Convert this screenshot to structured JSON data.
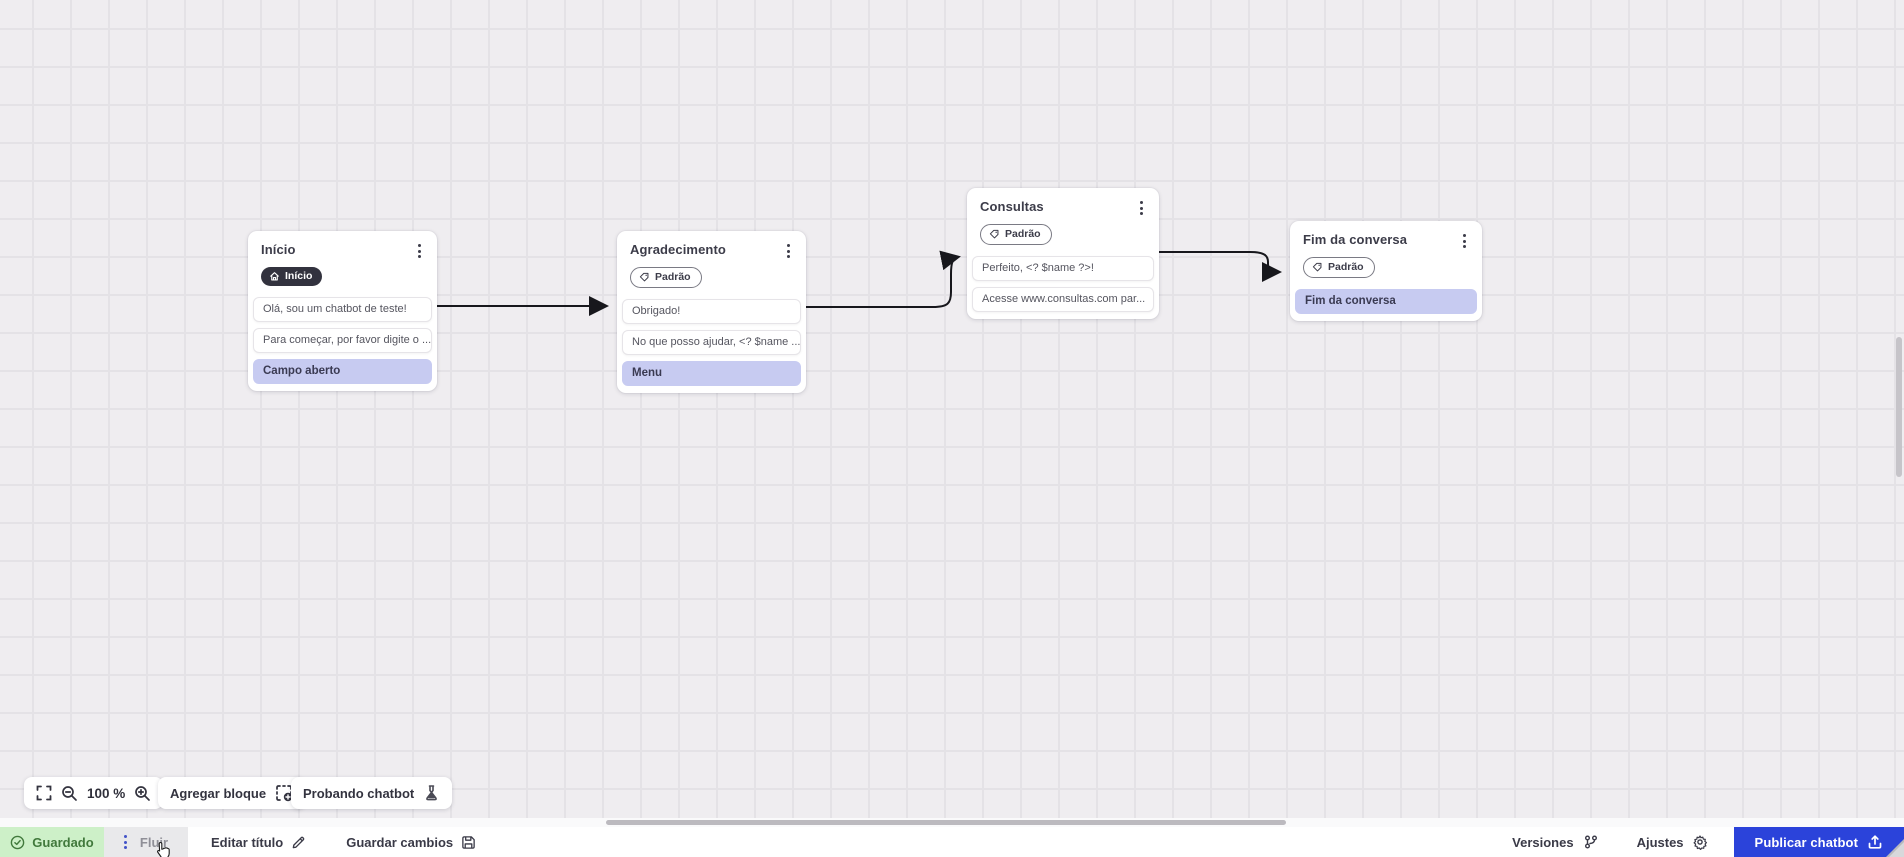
{
  "canvas": {
    "nodes": [
      {
        "title": "Início",
        "badge": {
          "label": "Início",
          "style": "dark",
          "icon": "home-icon"
        },
        "rows": [
          {
            "text": "Olá, sou um chatbot de teste!",
            "type": "message"
          },
          {
            "text": "Para começar, por favor digite o ...",
            "type": "message"
          },
          {
            "text": "Campo aberto",
            "type": "action"
          }
        ]
      },
      {
        "title": "Agradecimento",
        "badge": {
          "label": "Padrão",
          "style": "outline",
          "icon": "tag-icon"
        },
        "rows": [
          {
            "text": "Obrigado!",
            "type": "message"
          },
          {
            "text": "No que posso ajudar, <? $name ...",
            "type": "message"
          },
          {
            "text": "Menu",
            "type": "action"
          }
        ]
      },
      {
        "title": "Consultas",
        "badge": {
          "label": "Padrão",
          "style": "outline",
          "icon": "tag-icon"
        },
        "rows": [
          {
            "text": "Perfeito, <? $name ?>!",
            "type": "message"
          },
          {
            "text": "Acesse www.consultas.com par...",
            "type": "message"
          }
        ]
      },
      {
        "title": "Fim da conversa",
        "badge": {
          "label": "Padrão",
          "style": "outline",
          "icon": "tag-icon"
        },
        "rows": [
          {
            "text": "Fim da conversa",
            "type": "action"
          }
        ]
      }
    ]
  },
  "toolbar": {
    "zoom_level": "100 %",
    "add_block_label": "Agregar bloque",
    "test_chatbot_label": "Probando chatbot"
  },
  "bottom_bar": {
    "saved_label": "Guardado",
    "flow_tab_label": "Fluir",
    "edit_title_label": "Editar título",
    "save_changes_label": "Guardar cambios",
    "versions_label": "Versiones",
    "settings_label": "Ajustes",
    "publish_label": "Publicar chatbot"
  },
  "colors": {
    "accent_blue": "#2b43da",
    "saved_green_bg": "#cdf0c8",
    "saved_green_text": "#41793c",
    "action_row_purple": "#c7cbf1",
    "badge_dark": "#32323e",
    "connector_black": "#17171c"
  }
}
